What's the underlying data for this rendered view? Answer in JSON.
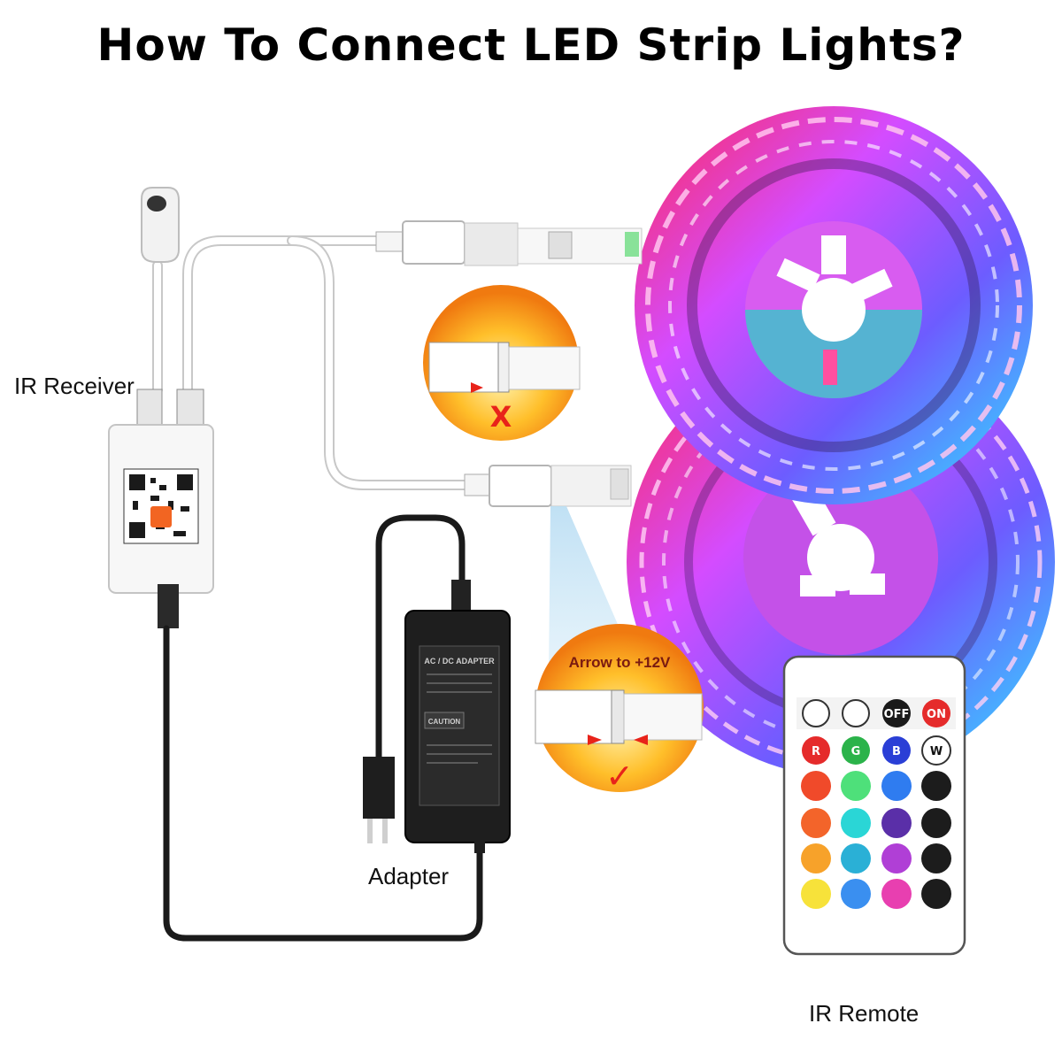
{
  "title": "How To Connect LED Strip Lights?",
  "labels": {
    "ir_receiver": "IR Receiver",
    "adapter": "Adapter",
    "ir_remote": "IR Remote",
    "arrow_hint": "Arrow to +12V"
  },
  "adapter_print": {
    "line1": "AC / DC ADAPTER",
    "line2": "CAUTION"
  },
  "remote_keys": {
    "off": "OFF",
    "on": "ON",
    "r": "R",
    "g": "G",
    "b": "B",
    "w": "W"
  },
  "callouts": {
    "wrong_mark": "X",
    "right_mark": "✓"
  },
  "colors": {
    "cable": "#ffffff",
    "cable_outline": "#c8c8c8",
    "dc_cable": "#1a1a1a",
    "wrong": "#e8231a",
    "right": "#e8231a",
    "badge_orange": "#f59a12"
  }
}
